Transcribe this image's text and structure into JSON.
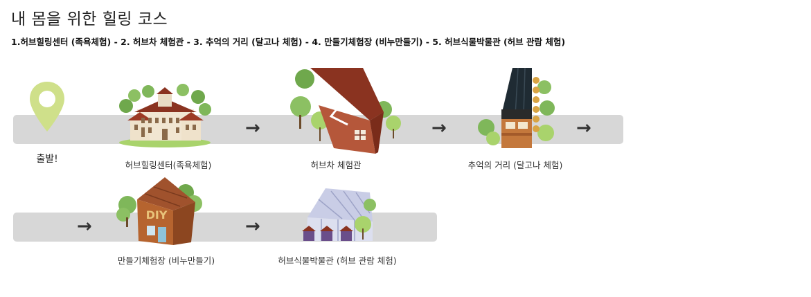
{
  "title": "내 몸을 위한 힐링 코스",
  "subtitle": "1.허브힐링센터 (족욕체험) - 2. 허브차 체험관 - 3. 추억의 거리 (달고나 체험)  - 4. 만들기체험장 (비누만들기) - 5. 허브식물박물관 (허브 관람 체험)",
  "start_label": "출발!",
  "arrow_glyph": "→",
  "stops": [
    {
      "label": "허브힐링센터(족욕체험)",
      "icon": "herb-healing-center-building-icon"
    },
    {
      "label": "허브차 체험관",
      "icon": "herb-tea-house-icon"
    },
    {
      "label": "추억의 거리 (달고나 체험)",
      "icon": "memory-street-booth-icon"
    },
    {
      "label": "만들기체험장 (비누만들기)",
      "icon": "diy-workshop-house-icon"
    },
    {
      "label": "허브식물박물관 (허브 관람 체험)",
      "icon": "herb-museum-greenhouse-icon"
    }
  ],
  "colors": {
    "track": "#d7d7d7",
    "pin": "#cfe08a",
    "roof_red": "#8a3320",
    "roof_brown": "#a0522d",
    "tree_green": "#7fb75a",
    "greenhouse": "#c9cde6"
  }
}
